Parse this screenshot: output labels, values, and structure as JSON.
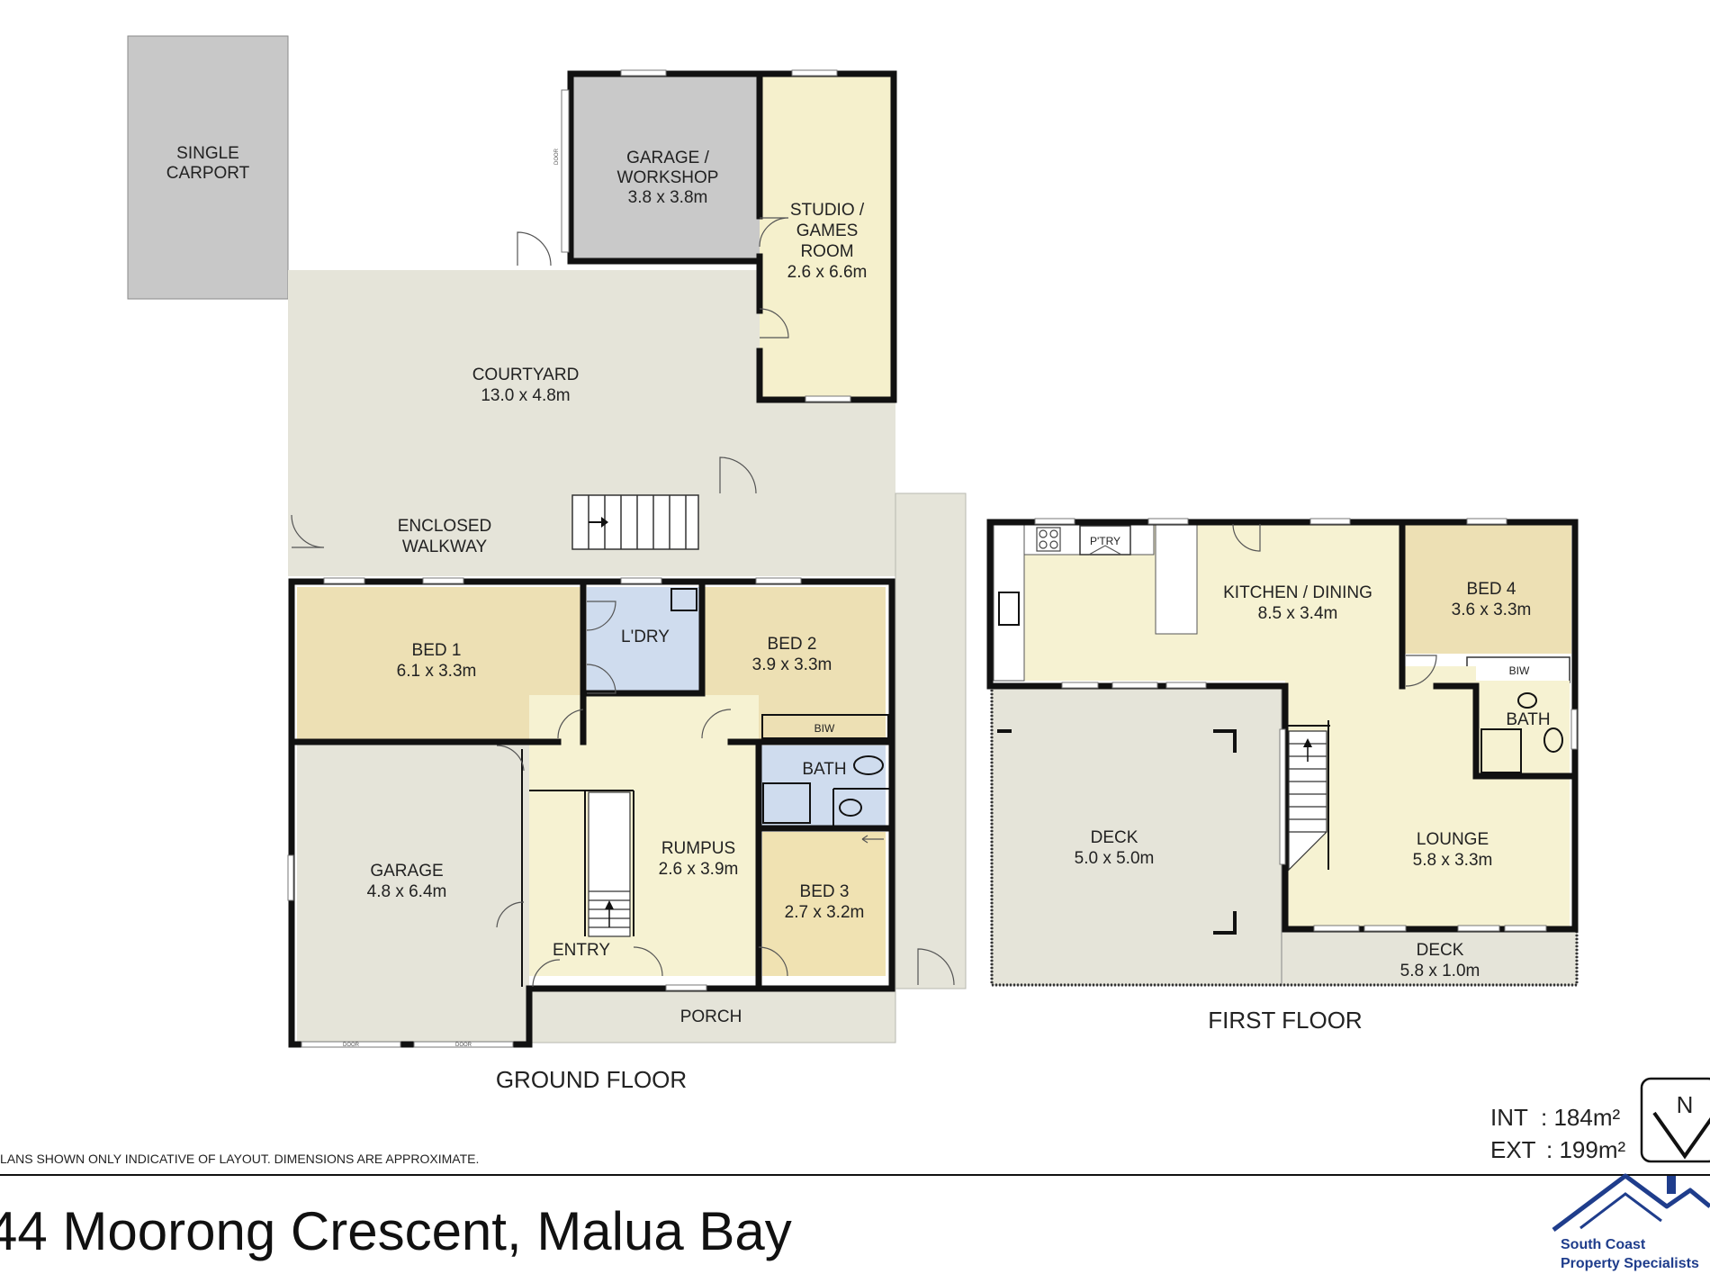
{
  "ground_floor": {
    "label": "GROUND FLOOR",
    "rooms": {
      "carport": {
        "name_line1": "SINGLE",
        "name_line2": "CARPORT"
      },
      "garage_workshop": {
        "name_line1": "GARAGE /",
        "name_line2": "WORKSHOP",
        "size": "3.8 x 3.8m"
      },
      "studio": {
        "name_line1": "STUDIO /",
        "name_line2": "GAMES",
        "name_line3": "ROOM",
        "size": "2.6 x 6.6m"
      },
      "courtyard": {
        "name": "COURTYARD",
        "size": "13.0 x 4.8m"
      },
      "walkway": {
        "name_line1": "ENCLOSED",
        "name_line2": "WALKWAY"
      },
      "bed1": {
        "name": "BED 1",
        "size": "6.1 x 3.3m"
      },
      "laundry": {
        "name": "L'DRY"
      },
      "bed2": {
        "name": "BED 2",
        "size": "3.9 x 3.3m"
      },
      "biw": {
        "name": "BIW"
      },
      "bath": {
        "name": "BATH"
      },
      "garage": {
        "name": "GARAGE",
        "size": "4.8 x 6.4m"
      },
      "rumpus": {
        "name": "RUMPUS",
        "size": "2.6 x 3.9m"
      },
      "bed3": {
        "name": "BED 3",
        "size": "2.7 x 3.2m"
      },
      "entry": {
        "name": "ENTRY"
      },
      "porch": {
        "name": "PORCH"
      }
    }
  },
  "first_floor": {
    "label": "FIRST FLOOR",
    "rooms": {
      "pantry": {
        "name": "P'TRY"
      },
      "kitchen": {
        "name": "KITCHEN / DINING",
        "size": "8.5 x 3.4m"
      },
      "bed4": {
        "name": "BED 4",
        "size": "3.6 x 3.3m"
      },
      "biw": {
        "name": "BIW"
      },
      "bath": {
        "name": "BATH"
      },
      "deck_main": {
        "name": "DECK",
        "size": "5.0 x 5.0m"
      },
      "lounge": {
        "name": "LOUNGE",
        "size": "5.8 x 3.3m"
      },
      "deck_front": {
        "name": "DECK",
        "size": "5.8 x 1.0m"
      }
    }
  },
  "areas": {
    "int_label": "INT",
    "int_value": ": 184m²",
    "ext_label": "EXT",
    "ext_value": ": 199m²"
  },
  "compass": {
    "letter": "N"
  },
  "disclaimer": "LANS SHOWN ONLY INDICATIVE OF LAYOUT.  DIMENSIONS ARE APPROXIMATE.",
  "address": "44 Moorong Crescent, Malua Bay",
  "logo": {
    "line1": "South Coast",
    "line2": "Property Specialists"
  },
  "door_marks": {
    "mark": "DOOR"
  },
  "colors": {
    "carport": "#c8c8c8",
    "workshop": "#c9c9c9",
    "studio": "#f5f0cc",
    "outdoor": "#e5e4d9",
    "bed": "#ede0b4",
    "bed3": "#f0e2b2",
    "wet": "#cfdcee",
    "living": "#f6f2d2",
    "logo_blue": "#1f3d8c"
  }
}
